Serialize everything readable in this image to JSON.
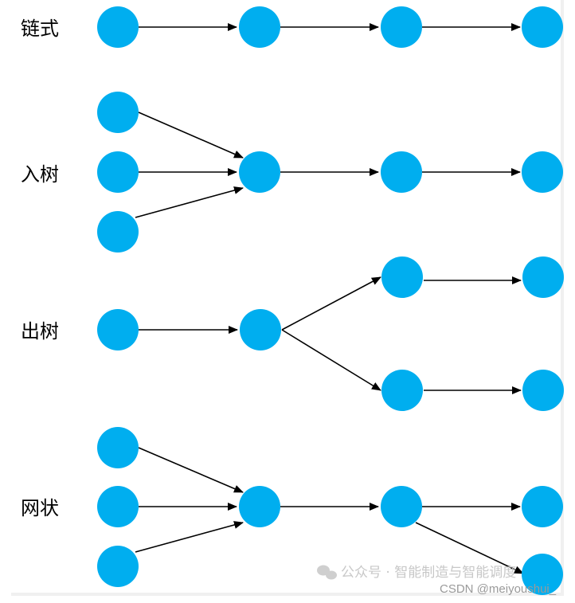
{
  "colors": {
    "node_fill": "#00aeef",
    "edge_stroke": "#000000",
    "label_text": "#000000"
  },
  "rows": [
    {
      "label": "链式"
    },
    {
      "label": "入树"
    },
    {
      "label": "出树"
    },
    {
      "label": "网状"
    }
  ],
  "watermark": {
    "wechat_text": "公众号 · 智能制造与智能调度",
    "wechat_icon": "wechat-icon",
    "csdn_text": "CSDN @meiyoushui_"
  }
}
